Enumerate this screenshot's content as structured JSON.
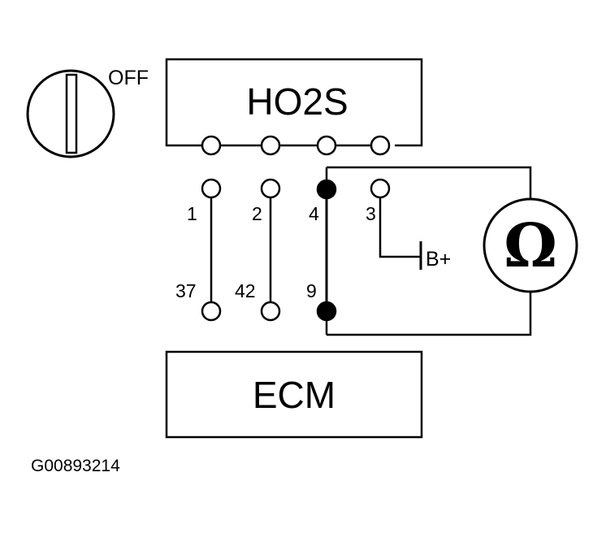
{
  "ignition_switch": {
    "state_label": "OFF"
  },
  "sensor": {
    "label": "HO2S"
  },
  "ecm": {
    "label": "ECM"
  },
  "pins": {
    "p1": "1",
    "p2": "2",
    "p4": "4",
    "p3": "3",
    "p37": "37",
    "p42": "42",
    "p9": "9"
  },
  "battery": {
    "label": "B+"
  },
  "ohmmeter": {
    "symbol": "Ω"
  },
  "figure_id": "G00893214"
}
